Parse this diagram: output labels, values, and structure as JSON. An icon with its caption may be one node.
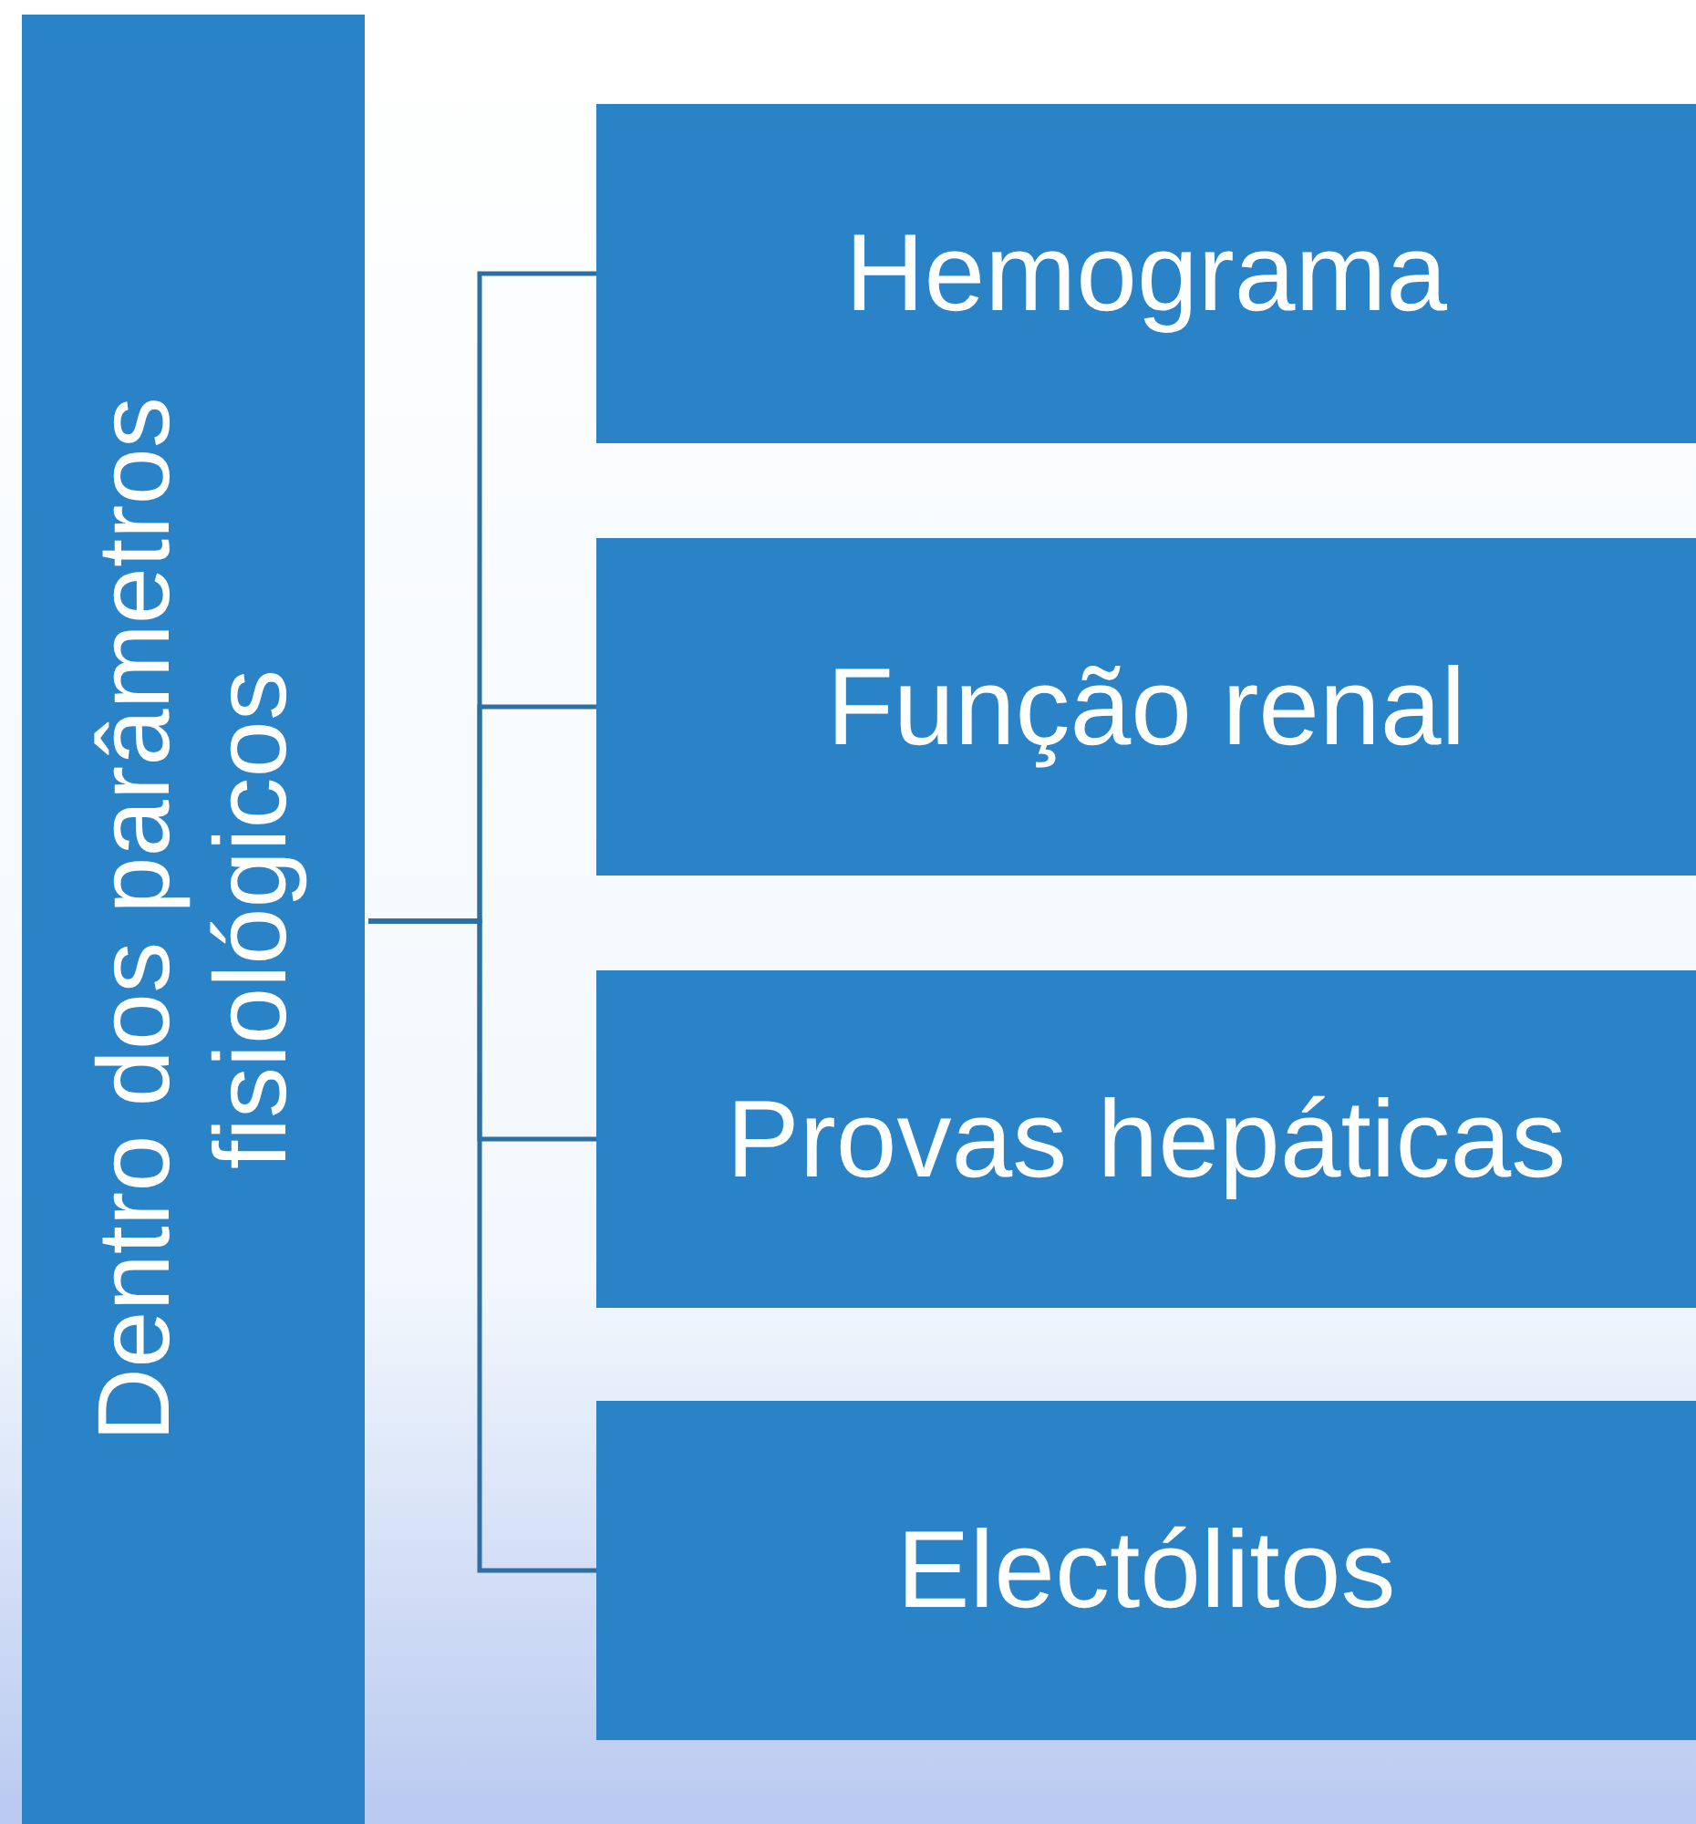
{
  "diagram": {
    "nodes": [
      {
        "text": [
          "Dentro dos parâmetros fisiológicos"
        ]
      },
      {
        "text": [
          "Hemograma"
        ]
      },
      {
        "text": [
          "Função renal"
        ]
      },
      {
        "text": [
          "Provas hepáticas"
        ]
      },
      {
        "text": [
          "Electólitos"
        ]
      }
    ],
    "edges": [
      {
        "from": 0,
        "to": 1,
        "arrow": "none"
      },
      {
        "from": 0,
        "to": 2,
        "arrow": "none"
      },
      {
        "from": 0,
        "to": 3,
        "arrow": "none"
      },
      {
        "from": 0,
        "to": 4,
        "arrow": "none"
      }
    ]
  }
}
